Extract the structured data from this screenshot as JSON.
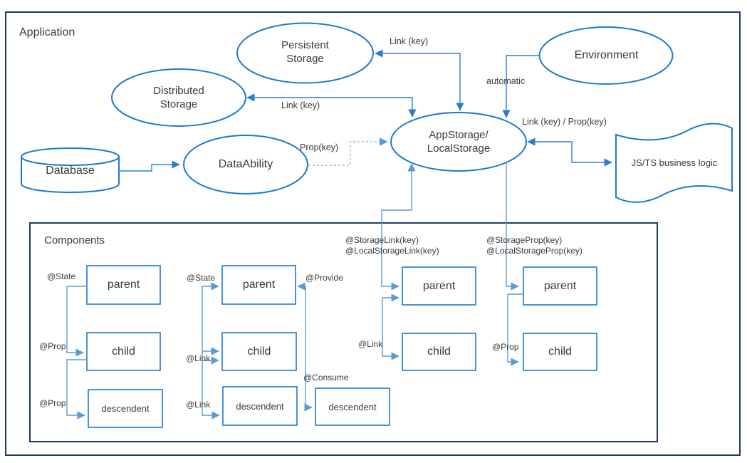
{
  "colors": {
    "frame_navy": "#1f3864",
    "shape_blue": "#1b79d2",
    "connector_strong": "#2e7cd0",
    "connector_light": "#5b9bd5",
    "connector_dashed": "#8fc0ea",
    "text_dark": "#3a3a3a",
    "background": "#ffffff"
  },
  "frame": {
    "application_label": "Application",
    "components_label": "Components"
  },
  "nodes": {
    "persistent_storage": {
      "line1": "Persistent",
      "line2": "Storage"
    },
    "distributed_storage": {
      "line1": "Distributed",
      "line2": "Storage"
    },
    "environment": {
      "label": "Environment"
    },
    "app_storage": {
      "line1": "AppStorage/",
      "line2": "LocalStorage"
    },
    "data_ability": {
      "label": "DataAbility"
    },
    "database": {
      "label": "Database"
    },
    "js_ts_logic": {
      "label": "JS/TS business logic"
    }
  },
  "edge_labels": {
    "persistent_link": "Link (key)",
    "distributed_link": "Link (key)",
    "environment_automatic": "automatic",
    "business_logic_link": "Link (key) / Prop(key)",
    "data_ability_prop": "Prop(key)"
  },
  "groups": {
    "g1": {
      "decorator_parent": "@State",
      "decorator_child": "@Prop",
      "decorator_descendent": "@Prop",
      "parent": "parent",
      "child": "child",
      "descendent": "descendent"
    },
    "g2": {
      "decorator_parent": "@State",
      "decorator_child": "@Link",
      "decorator_descendent": "@Link",
      "decorator_provide": "@Provide",
      "decorator_consume": "@Consume",
      "parent": "parent",
      "child": "child",
      "descendent": "descendent",
      "descendent2": "descendent"
    },
    "g3": {
      "storage_line1": "@StorageLink(key)",
      "storage_line2": "@LocalStorageLink(key)",
      "decorator_link": "@Link",
      "parent": "parent",
      "child": "child"
    },
    "g4": {
      "storage_line1": "@StorageProp(key)",
      "storage_line2": "@LocalStorageProp(key)",
      "decorator_prop": "@Prop",
      "parent": "parent",
      "child": "child"
    }
  }
}
